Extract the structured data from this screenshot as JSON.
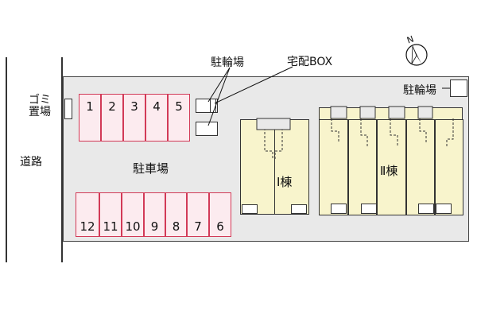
{
  "map": {
    "road_label": "道路",
    "garbage_label_line1": "ゴミ",
    "garbage_label_line2": "置場",
    "bicycle_parking_top": "駐輪場",
    "delivery_box": "宅配BOX",
    "bicycle_parking_right": "駐輪場",
    "parking_lot": "駐車場",
    "building_1": "Ⅰ棟",
    "building_2": "Ⅱ棟",
    "compass_label": "N",
    "parking_top_row": [
      "1",
      "2",
      "3",
      "4",
      "5"
    ],
    "parking_bottom_row": [
      "12",
      "11",
      "10",
      "9",
      "8",
      "7",
      "6"
    ]
  },
  "colors": {
    "stall_border": "#d23a57",
    "building_fill": "#f8f4cc",
    "site_fill": "#e9e9e9"
  }
}
